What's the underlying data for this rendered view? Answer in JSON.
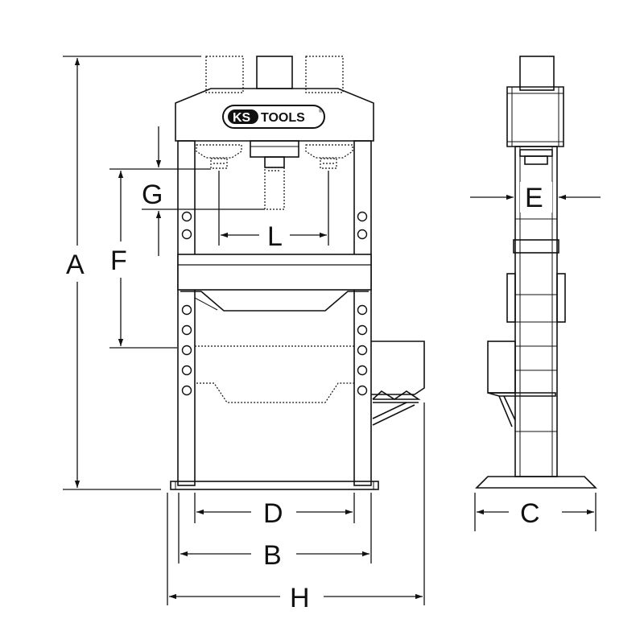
{
  "brand": {
    "logo_ks": "KS",
    "logo_tools": "TOOLS",
    "logo_reg": "®"
  },
  "dimensions": {
    "A": "A",
    "B": "B",
    "C": "C",
    "D": "D",
    "E": "E",
    "F": "F",
    "G": "G",
    "H": "H",
    "L": "L"
  },
  "colors": {
    "line": "#111111",
    "background": "#ffffff"
  }
}
